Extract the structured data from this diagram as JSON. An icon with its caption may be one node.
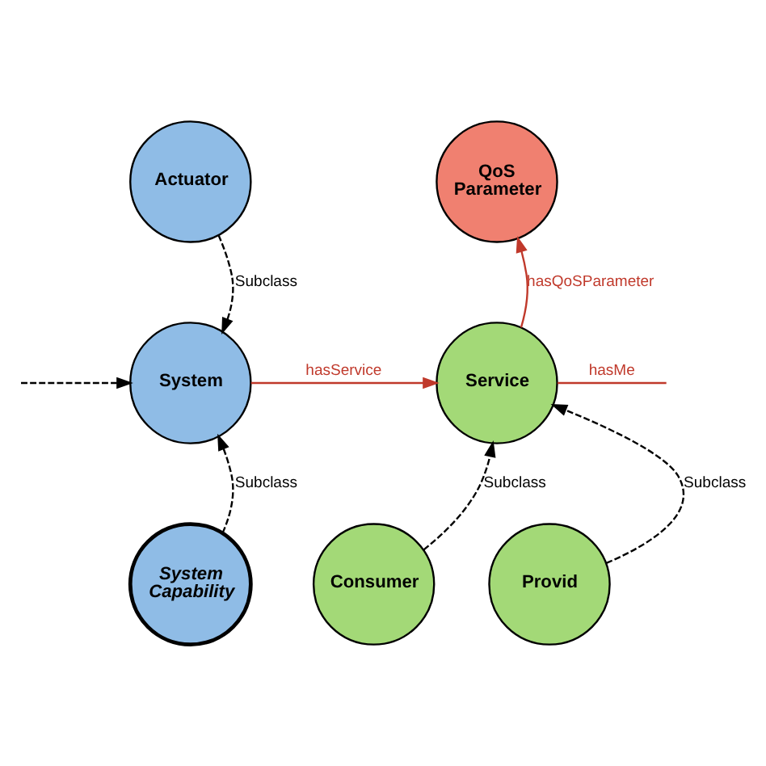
{
  "diagram": {
    "nodes": [
      {
        "text": [
          "Actuator"
        ]
      },
      {
        "text": [
          "System"
        ]
      },
      {
        "text": [
          "System Capability"
        ]
      },
      {
        "text": [
          "QoS Parameter"
        ]
      },
      {
        "text": [
          "Service"
        ]
      },
      {
        "text": [
          "Consumer"
        ]
      },
      {
        "text": [
          "Provid"
        ]
      }
    ],
    "edges": [
      {
        "from": 0,
        "to": 1,
        "arrow": "to",
        "style": "dashed",
        "label": "Subclass"
      },
      {
        "from": 2,
        "to": 1,
        "arrow": "to",
        "style": "dashed",
        "label": "Subclass"
      },
      {
        "from": null,
        "to": 1,
        "arrow": "to",
        "style": "dashed"
      },
      {
        "from": 1,
        "to": 4,
        "arrow": "to",
        "label": "hasService",
        "color": "#c0392b"
      },
      {
        "from": 4,
        "to": 3,
        "arrow": "to",
        "label": "hasQoSParameter",
        "color": "#c0392b"
      },
      {
        "from": 4,
        "to": null,
        "arrow": "none",
        "label": "hasMe",
        "color": "#c0392b"
      },
      {
        "from": 5,
        "to": 4,
        "arrow": "to",
        "style": "dashed",
        "label": "Subclass"
      },
      {
        "from": 6,
        "to": 4,
        "arrow": "to",
        "style": "dashed",
        "label": "Subclass"
      }
    ]
  }
}
